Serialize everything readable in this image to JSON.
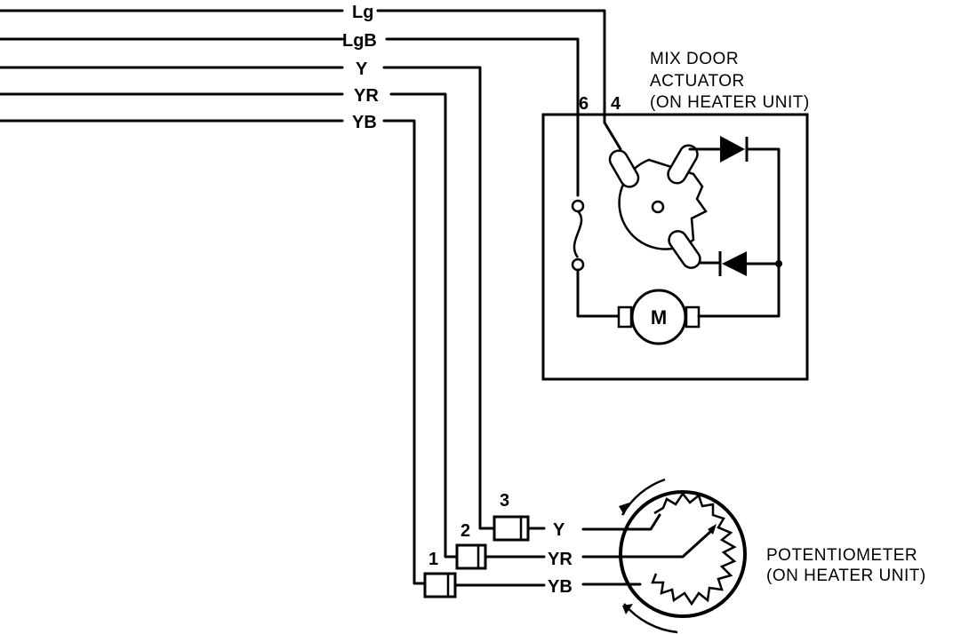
{
  "wires": {
    "lg": "Lg",
    "lgb": "LgB",
    "y": "Y",
    "yr": "YR",
    "yb": "YB"
  },
  "actuator": {
    "title_line1": "MIX DOOR",
    "title_line2": "ACTUATOR",
    "title_line3": "(ON HEATER UNIT)",
    "pin6": "6",
    "pin4": "4",
    "motor": "M"
  },
  "potentiometer": {
    "title_line1": "POTENTIOMETER",
    "title_line2": "(ON HEATER UNIT)",
    "pin1": "1",
    "pin2": "2",
    "pin3": "3",
    "wire_y": "Y",
    "wire_yr": "YR",
    "wire_yb": "YB"
  }
}
